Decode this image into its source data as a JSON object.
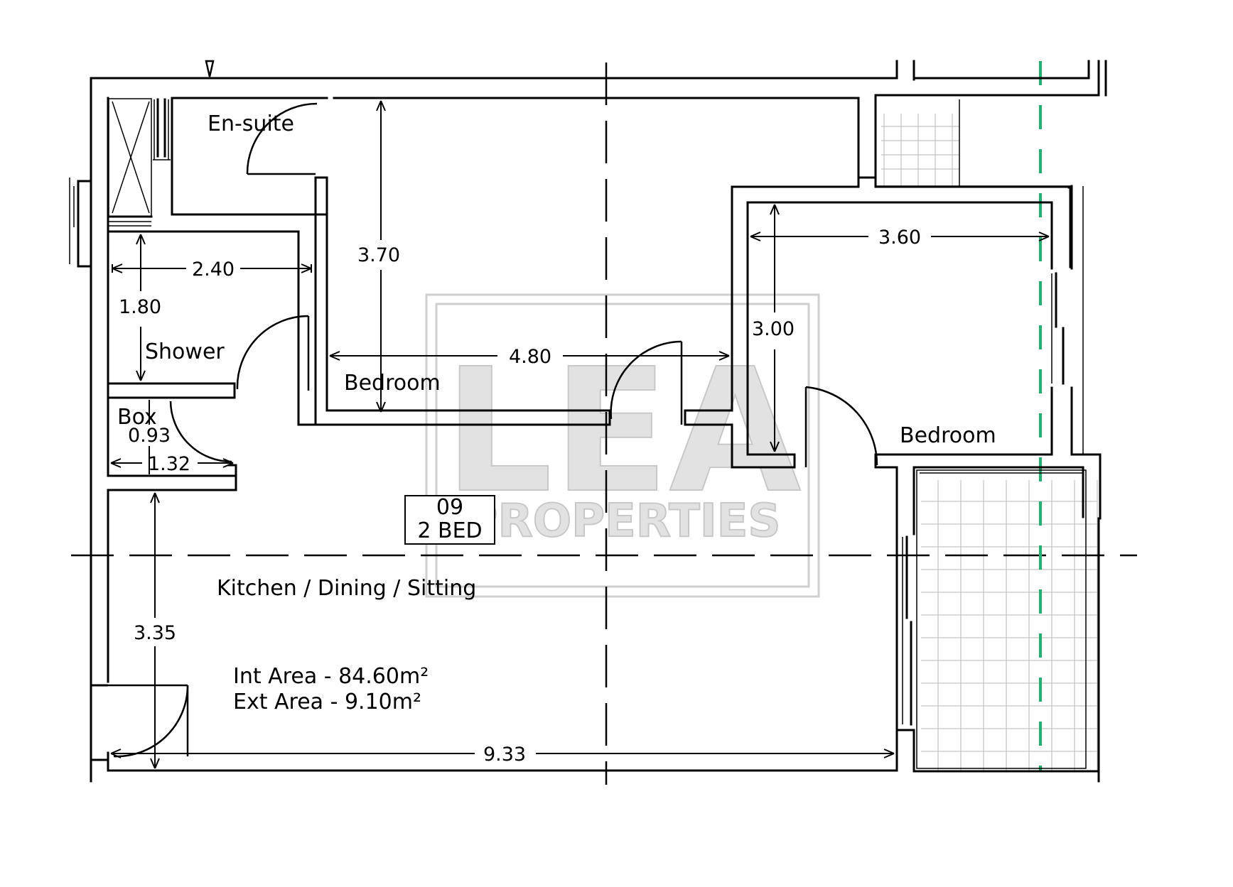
{
  "watermark": {
    "line1": "LEA",
    "line2": "PROPERTIES"
  },
  "unit": {
    "number": "09",
    "type": "2 BED"
  },
  "rooms": {
    "ensuite": "En-suite",
    "shower": "Shower",
    "box": "Box",
    "bedroom1": "Bedroom",
    "bedroom2": "Bedroom",
    "kitchen": "Kitchen / Dining / Sitting"
  },
  "areas": {
    "internal": "Int Area - 84.60m²",
    "external": "Ext Area - 9.10m²"
  },
  "dimensions": {
    "shower_width": "2.40",
    "shower_depth": "1.80",
    "bedroom1_depth": "3.70",
    "bedroom1_width": "4.80",
    "bedroom2_width": "3.60",
    "bedroom2_depth": "3.00",
    "box_depth": "0.93",
    "box_width": "1.32",
    "kitchen_depth": "3.35",
    "overall_width": "9.33"
  },
  "colors": {
    "walls": "#000000",
    "grid_line": "#1fb36b",
    "watermark": "#c8c8c8",
    "tiles": "#b5b5b5"
  }
}
